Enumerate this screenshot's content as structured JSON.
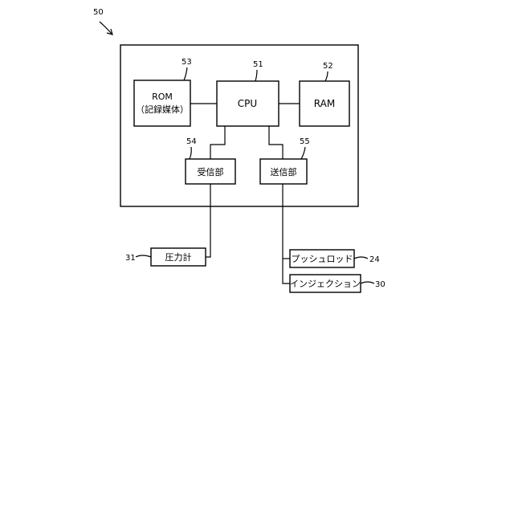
{
  "refs": {
    "device": "50",
    "cpu": "51",
    "ram": "52",
    "rom": "53",
    "receiver": "54",
    "transmitter": "55",
    "pressure_gauge": "31",
    "push_rod": "24",
    "injection": "30"
  },
  "labels": {
    "cpu": "CPU",
    "ram": "RAM",
    "rom_line1": "ROM",
    "rom_line2": "（記録媒体）",
    "receiver": "受信部",
    "transmitter": "送信部",
    "pressure_gauge": "圧力計",
    "push_rod": "プッシュロッド",
    "injection": "インジェクション"
  }
}
